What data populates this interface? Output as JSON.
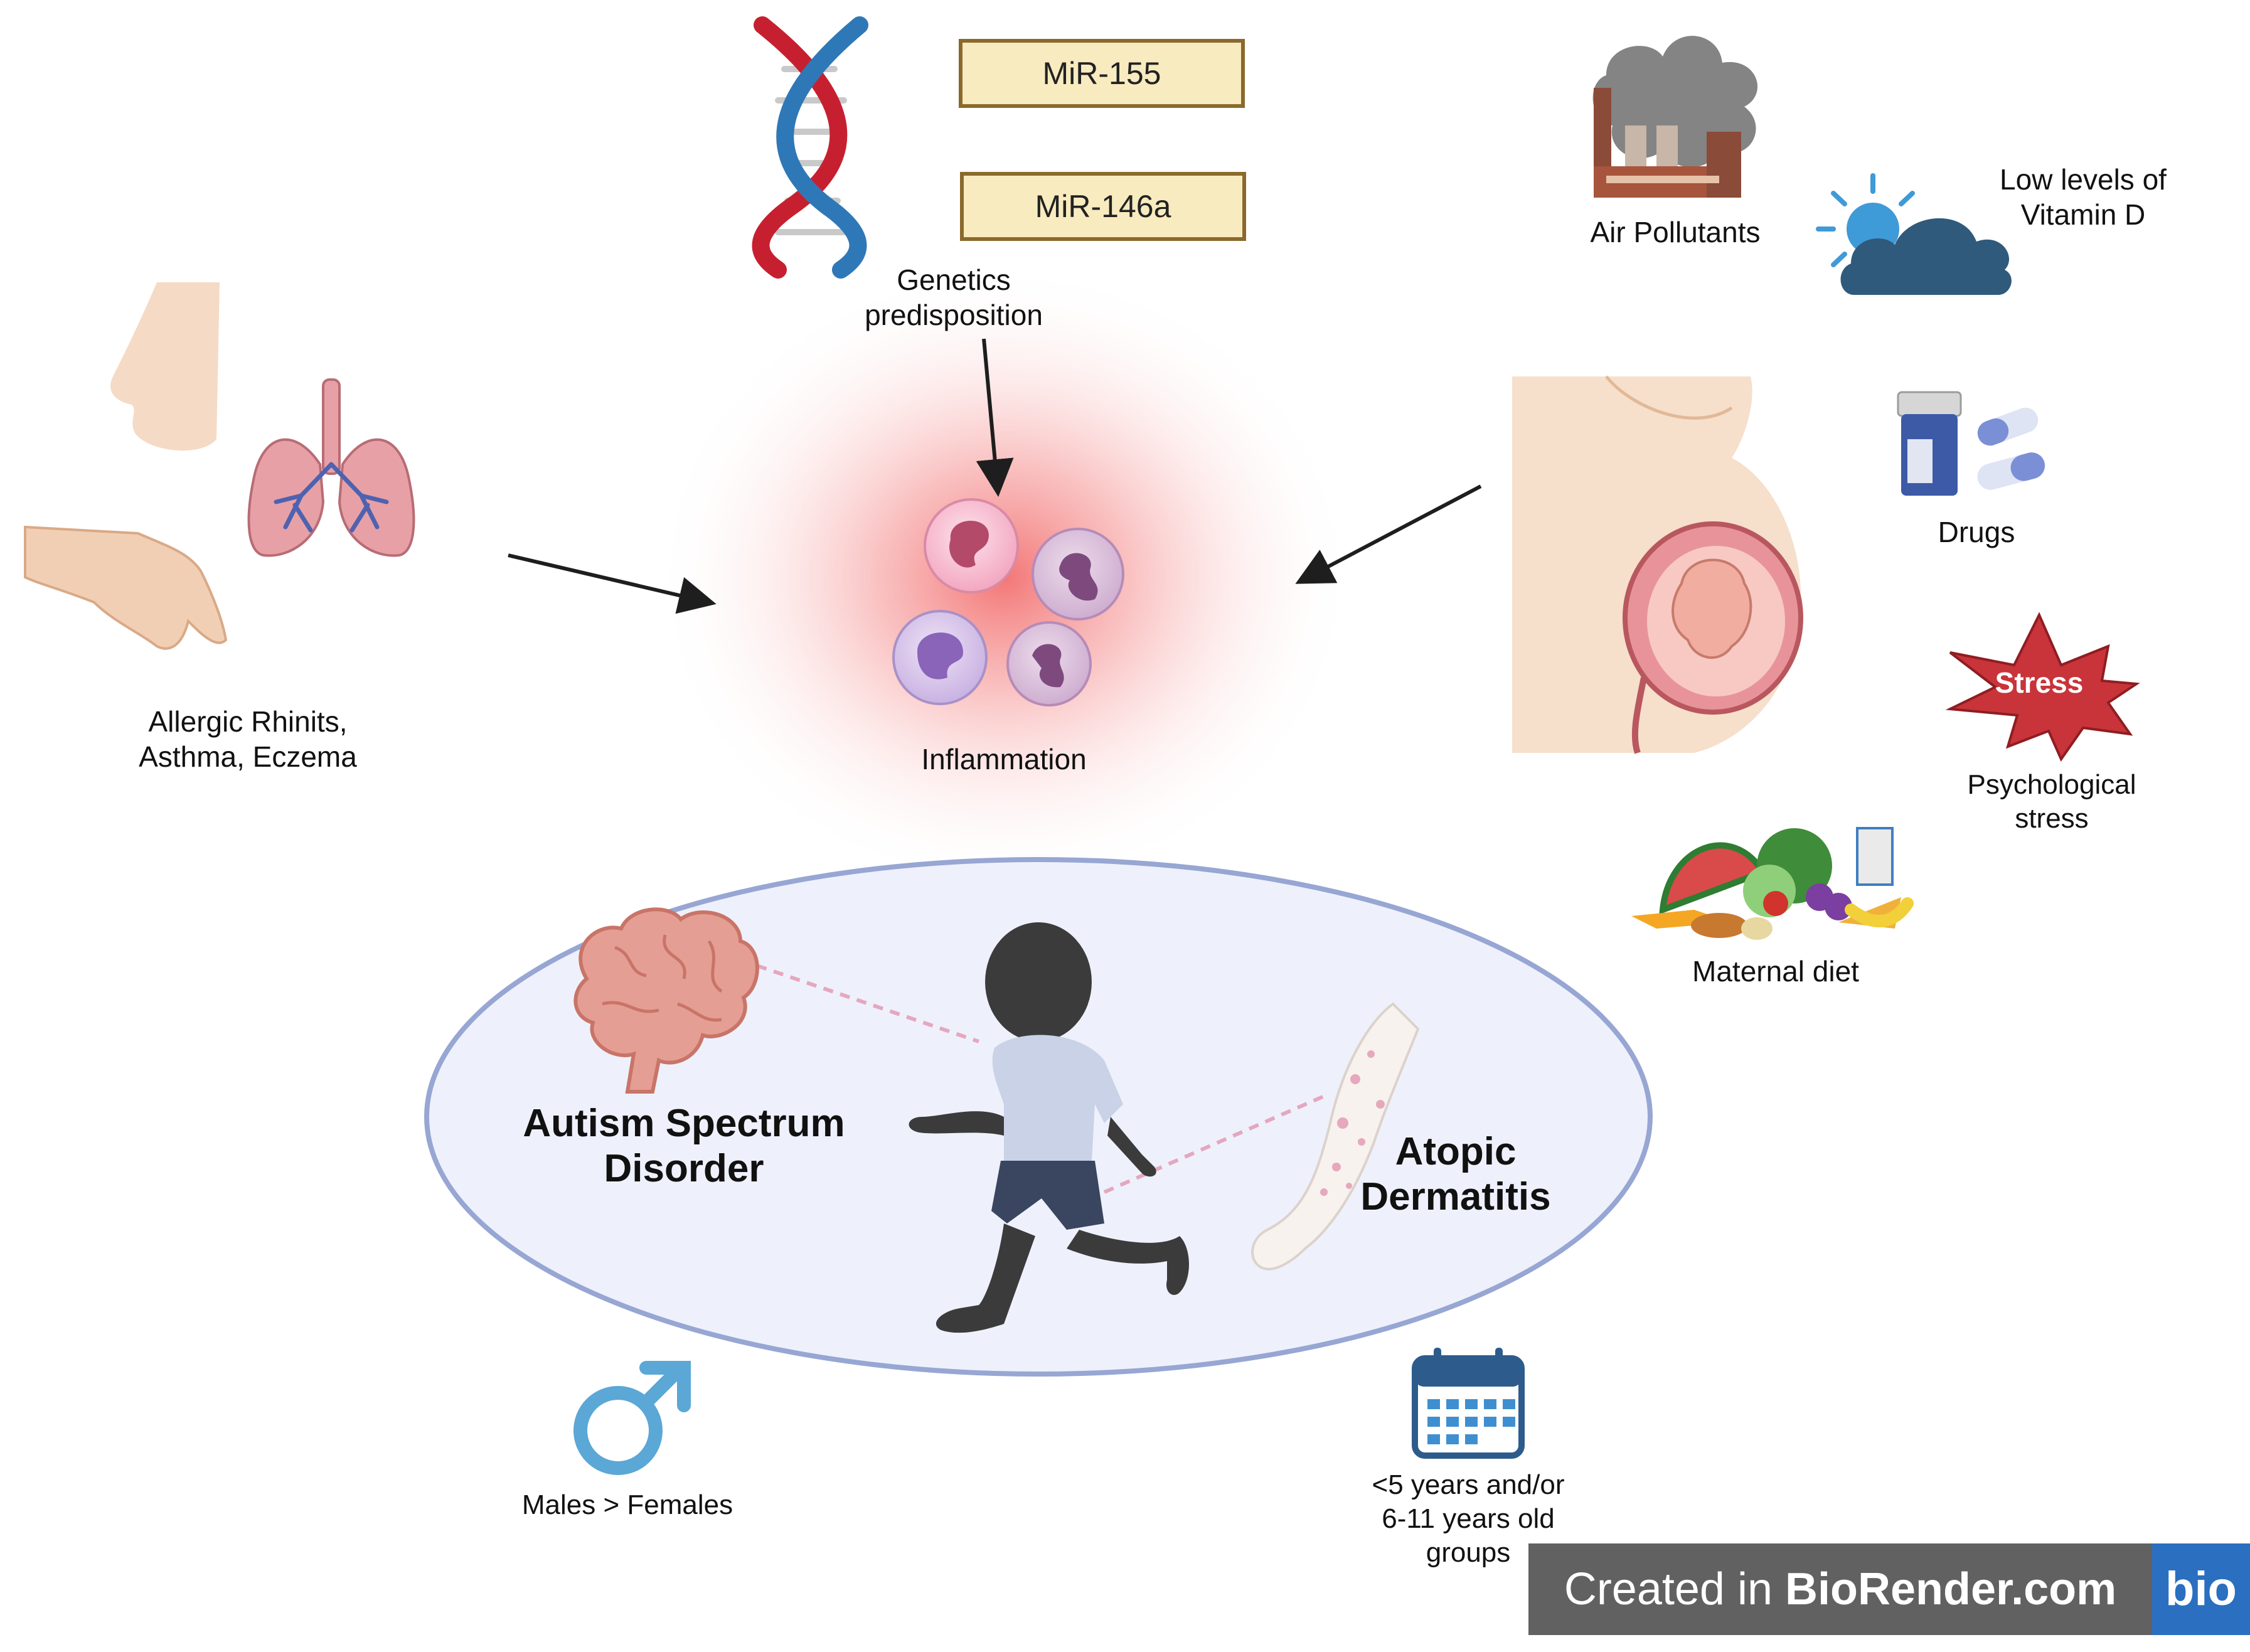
{
  "mirna": {
    "box1": "MiR-155",
    "box2": "MiR-146a"
  },
  "genetics": {
    "line1": "Genetics",
    "line2": "predisposition"
  },
  "air": "Air Pollutants",
  "vitd": {
    "line1": "Low levels of",
    "line2": "Vitamin D"
  },
  "allergic": {
    "line1": "Allergic Rhinits,",
    "line2": "Asthma, Eczema"
  },
  "inflammation": "Inflammation",
  "drugs": "Drugs",
  "stress": {
    "badge": "Stress",
    "line1": "Psychological",
    "line2": "stress"
  },
  "diet": "Maternal diet",
  "asd": {
    "line1": "Autism Spectrum",
    "line2": "Disorder"
  },
  "ad": {
    "line1": "Atopic",
    "line2": "Dermatitis"
  },
  "sex": "Males > Females",
  "age": {
    "line1": "<5 years and/or",
    "line2": "6-11 years old",
    "line3": "groups"
  },
  "watermark": {
    "prefix": "Created in ",
    "brand": "BioRender.com",
    "logo": "bio"
  },
  "colors": {
    "glow": "#f47a7a",
    "ellipse_fill": "#eef1fb",
    "ellipse_stroke": "#97a6d3",
    "mir_fill": "#f8ebbf",
    "stress_red": "#c8343a",
    "male_blue": "#5ba7d6",
    "calendar_blue": "#2d5c8c",
    "badge_gray": "#616161",
    "badge_blue": "#2a6fc0"
  }
}
